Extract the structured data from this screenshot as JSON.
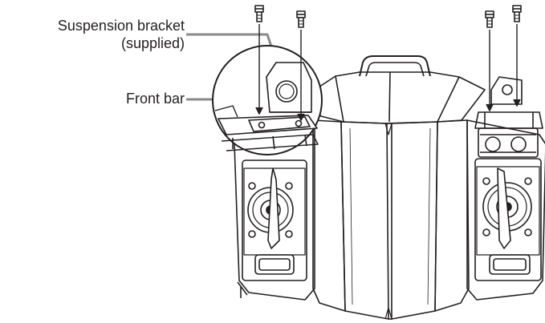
{
  "labels": {
    "suspension_bracket_line1": "Suspension bracket",
    "suspension_bracket_line2": "(supplied)",
    "front_bar": "Front bar"
  },
  "colors": {
    "ink": "#231f20",
    "leader": "#8a8a8a",
    "background": "#ffffff"
  }
}
